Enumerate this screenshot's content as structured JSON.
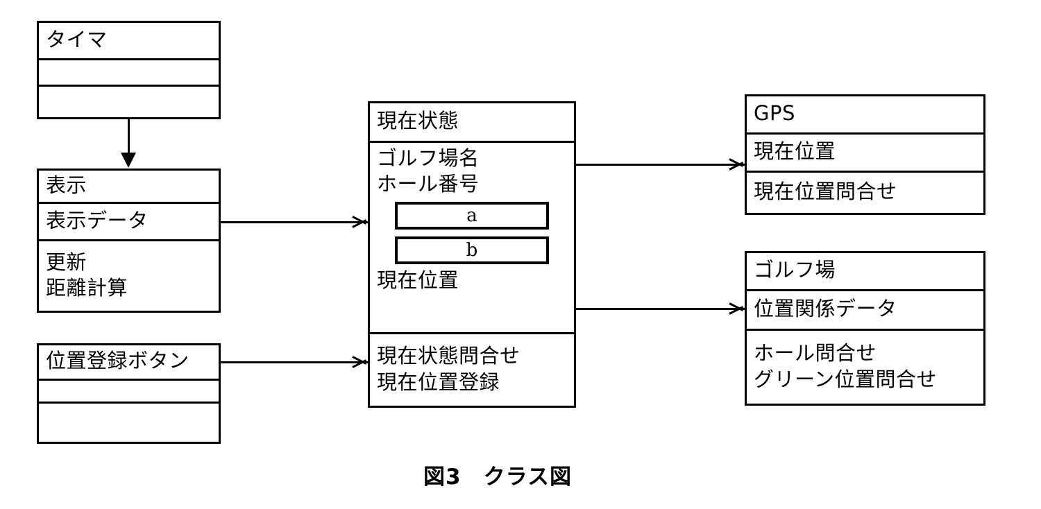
{
  "figure": {
    "caption": "図3　クラス図"
  },
  "classes": {
    "timer": {
      "name": "タイマ",
      "attributes": [],
      "operations": []
    },
    "display": {
      "name": "表示",
      "attributes": [
        "表示データ"
      ],
      "operations": [
        "更新",
        "距離計算"
      ]
    },
    "position_register_button": {
      "name": "位置登録ボタン",
      "attributes": [],
      "operations": []
    },
    "current_state": {
      "name": "現在状態",
      "attributes": [
        "ゴルフ場名",
        "ホール番号"
      ],
      "blanks": [
        "a",
        "b"
      ],
      "attributes_after_blanks": [
        "現在位置"
      ],
      "operations": [
        "現在状態問合せ",
        "現在位置登録"
      ]
    },
    "gps": {
      "name": "GPS",
      "attributes": [
        "現在位置"
      ],
      "operations": [
        "現在位置問合せ"
      ]
    },
    "golf_course": {
      "name": "ゴルフ場",
      "attributes": [
        "位置関係データ"
      ],
      "operations": [
        "ホール問合せ",
        "グリーン位置問合せ"
      ]
    }
  },
  "connectors": [
    {
      "id": "timer-to-display",
      "from": "タイマ",
      "to": "表示",
      "direction": "down",
      "head": "solid"
    },
    {
      "id": "display-to-current-state",
      "from": "表示",
      "to": "現在状態",
      "direction": "right",
      "head": "open"
    },
    {
      "id": "button-to-current-state",
      "from": "位置登録ボタン",
      "to": "現在状態",
      "direction": "right",
      "head": "open"
    },
    {
      "id": "current-state-to-gps",
      "from": "現在状態",
      "to": "GPS",
      "direction": "right",
      "head": "open"
    },
    {
      "id": "current-state-to-golf-course",
      "from": "現在状態",
      "to": "ゴルフ場",
      "direction": "right",
      "head": "open"
    }
  ],
  "style": {
    "line_color": "#000000",
    "background": "#ffffff"
  }
}
